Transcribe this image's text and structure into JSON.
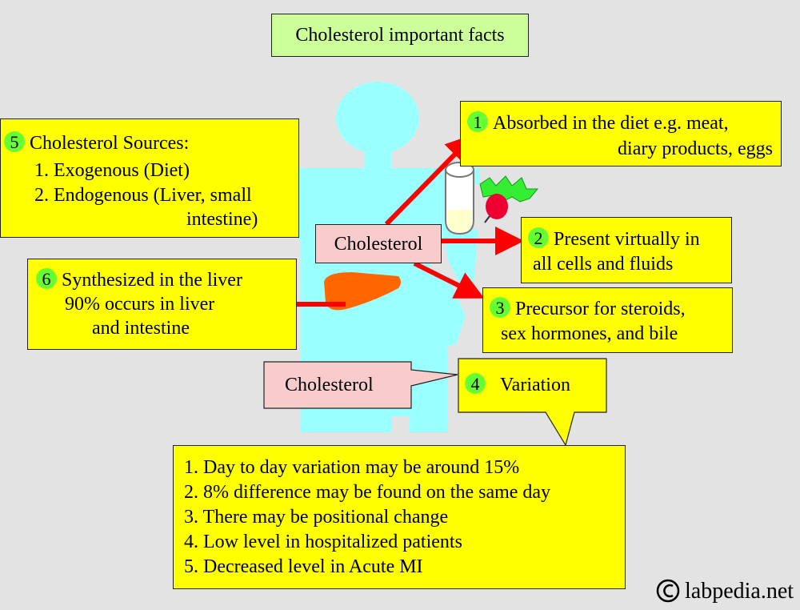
{
  "title": "Cholesterol important facts",
  "center_label": "Cholesterol",
  "callout_label": "Cholesterol",
  "facts": [
    {
      "num": "1",
      "lines": [
        "Absorbed in the diet e.g. meat,",
        "diary products, eggs"
      ]
    },
    {
      "num": "2",
      "lines": [
        "Present virtually in",
        "all cells and fluids"
      ]
    },
    {
      "num": "3",
      "lines": [
        "Precursor for steroids,",
        "sex hormones, and bile"
      ]
    },
    {
      "num": "4",
      "lines": [
        "Variation"
      ]
    },
    {
      "num": "5",
      "lines": [
        "Cholesterol Sources:",
        "1. Exogenous (Diet)",
        "2. Endogenous (Liver, small",
        "intestine)"
      ]
    },
    {
      "num": "6",
      "lines": [
        "Synthesized in the liver",
        "90% occurs in liver",
        "and intestine"
      ]
    }
  ],
  "variation_list": [
    "1. Day to day variation may be around 15%",
    "2. 8% difference may be found on the same day",
    "3. There may be positional change",
    "4. Low level in hospitalized patients",
    "5. Decreased level in Acute MI"
  ],
  "copyright": "labpedia.net",
  "colors": {
    "background": "#e3e3e3",
    "figure": "#99ffff",
    "box_yellow": "#ffff00",
    "box_pink": "#f9cccc",
    "box_green": "#ccff99",
    "number_badge": "#66ff33",
    "arrow": "#ff0000",
    "liver": "#ff6600"
  }
}
